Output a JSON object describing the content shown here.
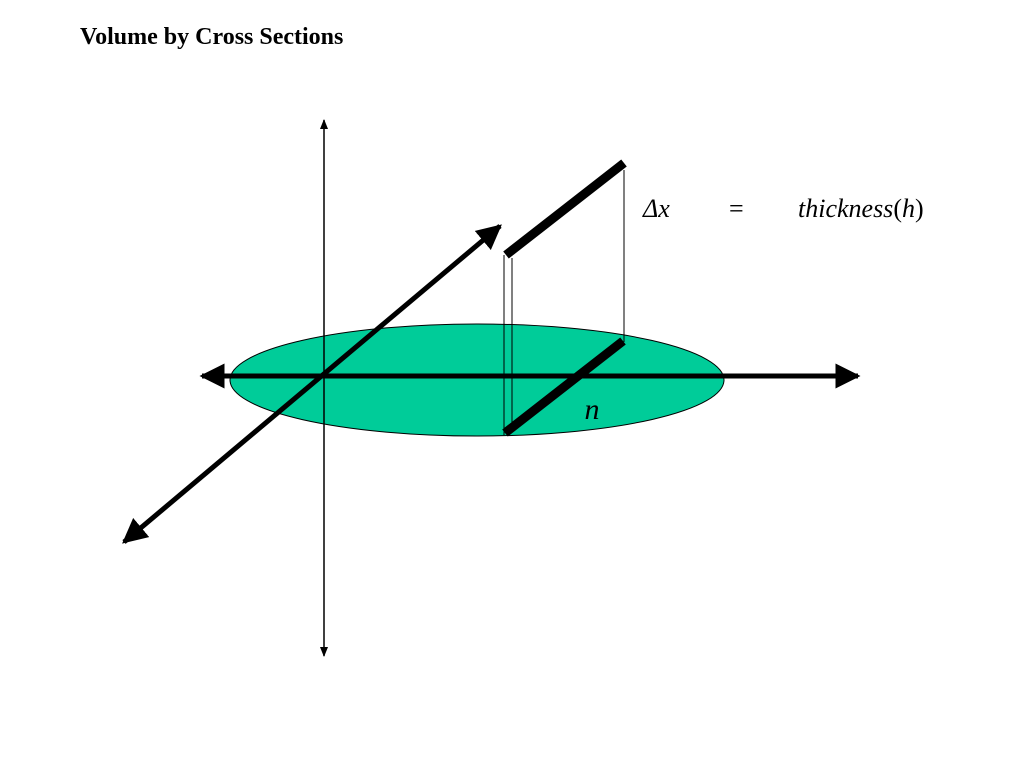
{
  "title": "Volume by Cross Sections",
  "equation": {
    "lhs": "Δx",
    "operator": "=",
    "rhs_word": "thickness",
    "rhs_open": "(",
    "rhs_variable": "h",
    "rhs_close": ")"
  },
  "section_label": "n",
  "colors": {
    "disk_fill": "#00CC99",
    "ink": "#000000",
    "background": "#FFFFFF"
  }
}
